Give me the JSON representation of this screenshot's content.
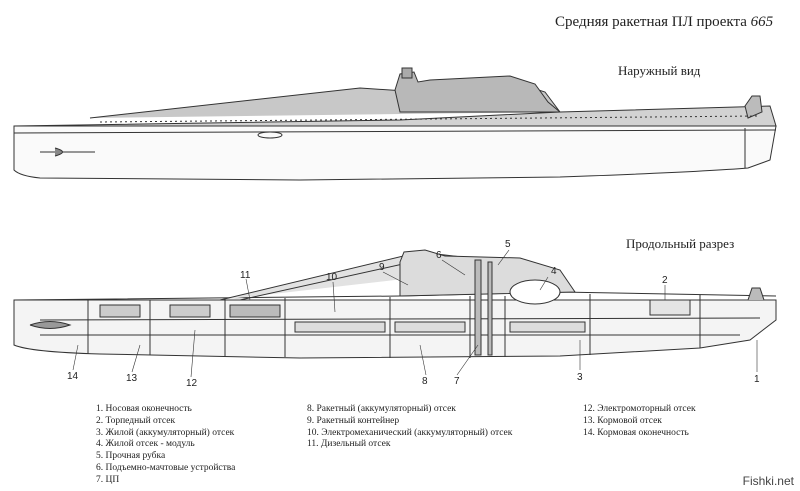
{
  "header": {
    "title_text": "Средняя ракетная ПЛ проекта ",
    "title_number": "665",
    "view_external": "Наружный вид",
    "view_section": "Продольный разрез"
  },
  "callouts": [
    "1",
    "2",
    "3",
    "4",
    "5",
    "6",
    "7",
    "8",
    "9",
    "10",
    "11",
    "12",
    "13",
    "14"
  ],
  "legend": {
    "col1": [
      "1. Носовая оконечность",
      "2. Торпедный отсек",
      "3. Жилой (аккумуляторный) отсек",
      "4. Жилой отсек - модуль",
      "5. Прочная рубка",
      "6. Подъемно-мачтовые устройства",
      "7. ЦП"
    ],
    "col2": [
      "8. Ракетный (аккумуляторный) отсек",
      "9. Ракетный контейнер",
      "10. Электромеханический (аккумуляторный) отсек",
      "11. Дизельный отсек"
    ],
    "col3": [
      "12. Электромоторный отсек",
      "13. Кормовой отсек",
      "14. Кормовая оконечность"
    ]
  },
  "watermark": "Fishki.net"
}
